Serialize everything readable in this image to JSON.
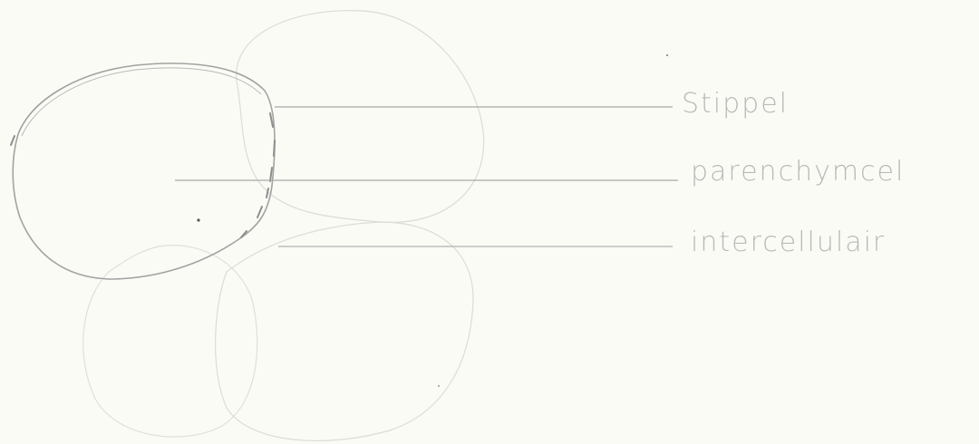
{
  "labels": [
    {
      "id": "stippel",
      "text": "Stippel"
    },
    {
      "id": "parenchymcel",
      "text": "parenchymcel"
    },
    {
      "id": "intercellulair",
      "text": "intercellulair"
    }
  ],
  "colors": {
    "paper": "#fbfbf6",
    "pencil_dark": "#9a9a9a",
    "pencil_light": "#d9d9d4",
    "leader_line": "#a8a8a8",
    "label_text": "#b9b9b9"
  }
}
